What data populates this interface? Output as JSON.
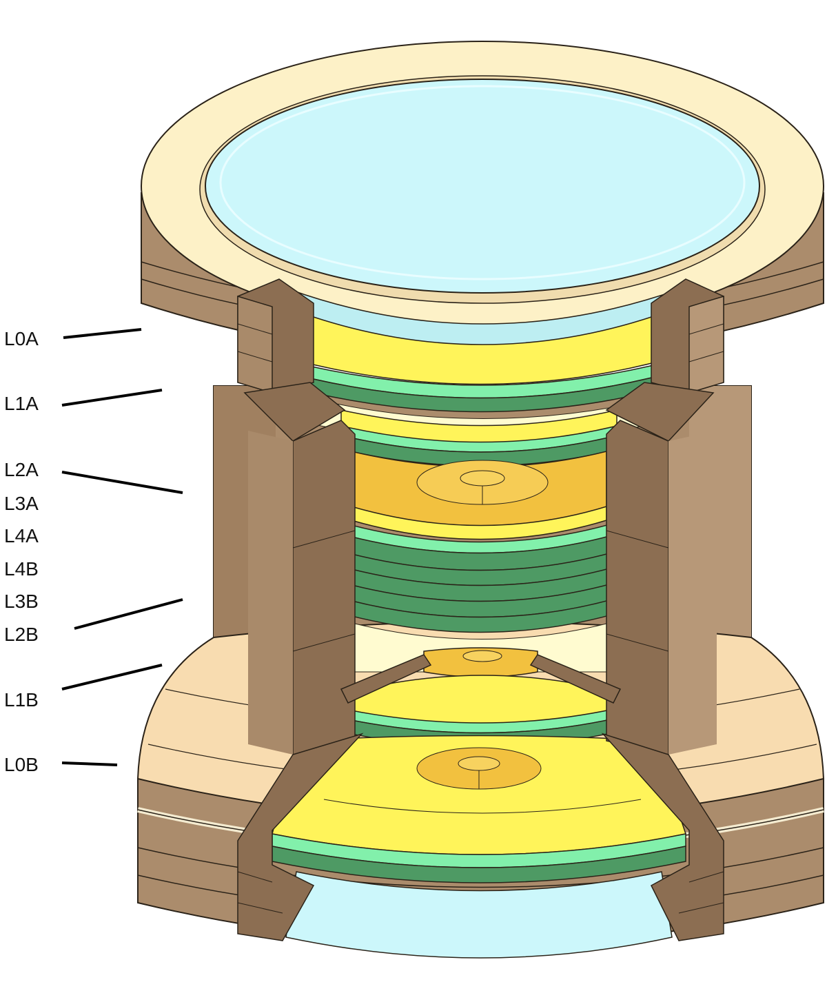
{
  "labels": {
    "l0a": "L0A",
    "l1a": "L1A",
    "l2a": "L2A",
    "l3a": "L3A",
    "l4a": "L4A",
    "l4b": "L4B",
    "l3b": "L3B",
    "l2b": "L2B",
    "l1b": "L1B",
    "l0b": "L0B"
  },
  "colors": {
    "background": "#ffffff",
    "ring_top": "#fdf1c7",
    "housing": "#a98a6a",
    "housing_dark": "#8c6e52",
    "housing_light": "#c4a585",
    "lower_flare": "#f8dcb0",
    "lens_fluid": "#ccf7fb",
    "yellow_lens": "#fff45a",
    "amber_lens": "#f2c13f",
    "mint_plate": "#82f0ab",
    "green_plate": "#4e9a64",
    "outline": "#2a2218"
  }
}
